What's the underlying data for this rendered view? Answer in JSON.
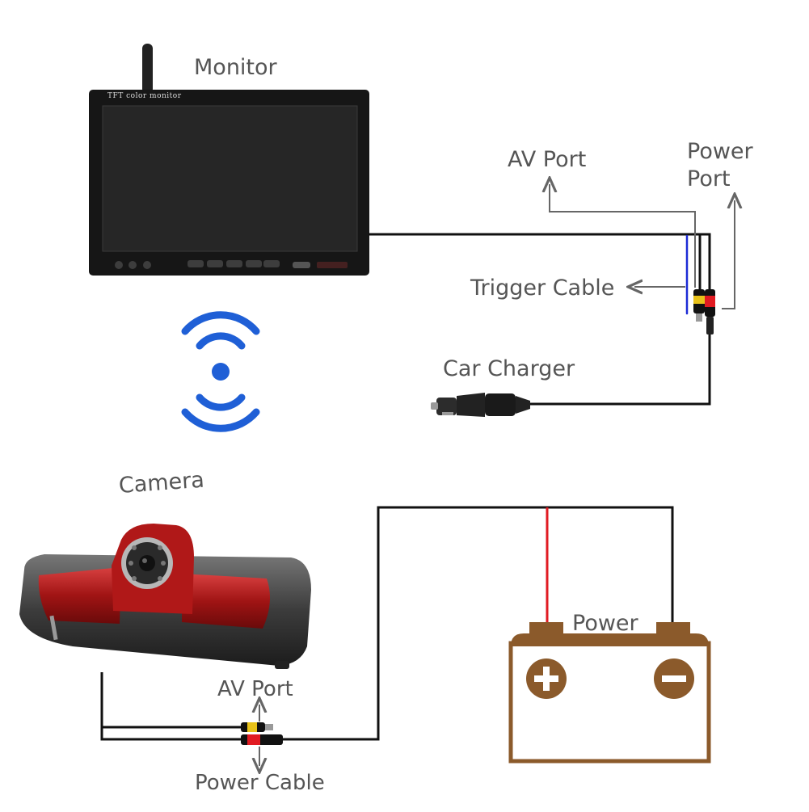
{
  "labels": {
    "monitor": "Monitor",
    "monitor_screen_text": "TFT color monitor",
    "av_port_top": "AV Port",
    "power_port_line1": "Power",
    "power_port_line2": "Port",
    "trigger_cable": "Trigger Cable",
    "car_charger": "Car Charger",
    "camera": "Camera",
    "power_battery": "Power",
    "av_port_bottom": "AV Port",
    "power_cable": "Power Cable"
  },
  "colors": {
    "wire": "#111111",
    "red_wire": "#e11b22",
    "blue_wire": "#1c2bd6",
    "wireless": "#1f5fd6",
    "battery": "#8b5a2b",
    "arrow": "#666666",
    "text": "#555555"
  },
  "icons": [
    "wireless-signal-icon",
    "battery-plus-icon",
    "battery-minus-icon",
    "car-charger-plug-icon"
  ]
}
